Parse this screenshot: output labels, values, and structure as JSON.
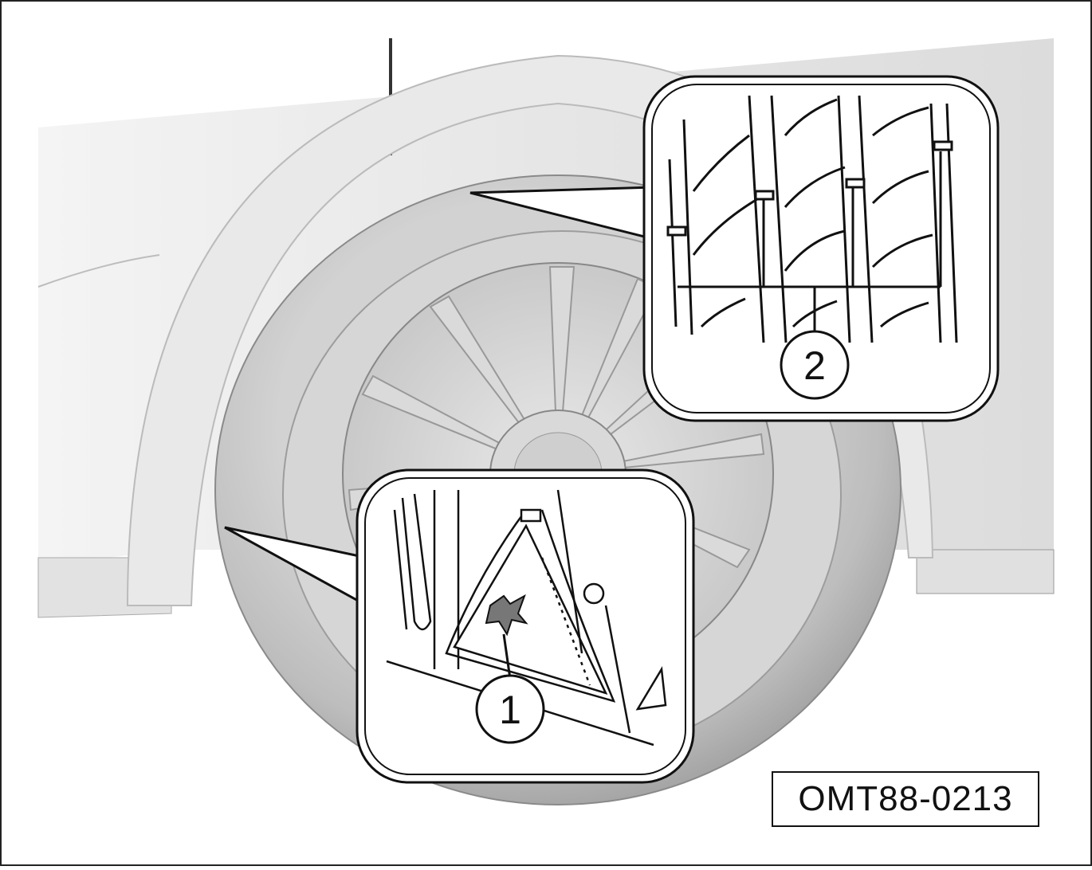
{
  "figure": {
    "code": "OMT88-0213",
    "callouts": [
      {
        "number": "1",
        "meaning": "tread-wear-indicator-location-mark"
      },
      {
        "number": "2",
        "meaning": "tread-wear-indicators"
      }
    ]
  }
}
